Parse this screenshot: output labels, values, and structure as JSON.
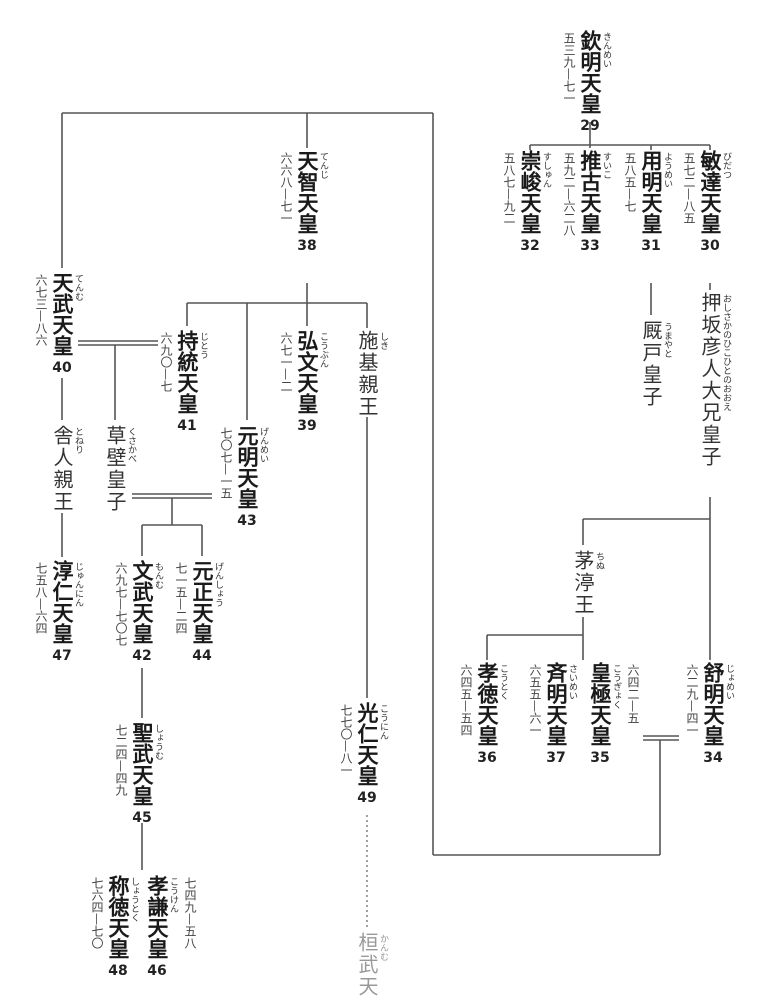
{
  "nodes": [
    {
      "id": "kinmei",
      "name": "欽明天皇",
      "ruby": "きんめい",
      "dates": "五三九—七一",
      "number": "29"
    },
    {
      "id": "sushun",
      "name": "崇峻天皇",
      "ruby": "すしゅん",
      "dates": "五八七—九二",
      "number": "32"
    },
    {
      "id": "suiko",
      "name": "推古天皇",
      "ruby": "すいこ",
      "dates": "五九二—六二八",
      "number": "33"
    },
    {
      "id": "yomei",
      "name": "用明天皇",
      "ruby": "ようめい",
      "dates": "五八五—七",
      "number": "31"
    },
    {
      "id": "bidatsu",
      "name": "敏達天皇",
      "ruby": "びだつ",
      "dates": "五七二—八五",
      "number": "30"
    },
    {
      "id": "umayado",
      "name": "厩戸皇子",
      "ruby": "うまやと"
    },
    {
      "id": "oshisaka",
      "name": "押坂彦人大兄皇子",
      "ruby": "おしさかのひこひとのおおえ"
    },
    {
      "id": "chinu",
      "name": "茅渟王",
      "ruby": "ちぬ"
    },
    {
      "id": "kotoku",
      "name": "孝徳天皇",
      "ruby": "こうとく",
      "dates": "六四五—五四",
      "number": "36"
    },
    {
      "id": "saimei",
      "name": "斉明天皇",
      "ruby": "さいめい",
      "dates": "六五五—六一",
      "number": "37"
    },
    {
      "id": "kogyoku",
      "name": "皇極天皇",
      "ruby": "こうぎょく",
      "dates": "六四二—五",
      "number": "35"
    },
    {
      "id": "jomei",
      "name": "舒明天皇",
      "ruby": "じょめい",
      "dates": "六二九—四一",
      "number": "34"
    },
    {
      "id": "tenji",
      "name": "天智天皇",
      "ruby": "てんじ",
      "dates": "六六八—七一",
      "number": "38"
    },
    {
      "id": "tenmu",
      "name": "天武天皇",
      "ruby": "てんむ",
      "dates": "六七三—八六",
      "number": "40"
    },
    {
      "id": "jito",
      "name": "持統天皇",
      "ruby": "じとう",
      "dates": "六九〇—七",
      "number": "41"
    },
    {
      "id": "kobun",
      "name": "弘文天皇",
      "ruby": "こうぶん",
      "dates": "六七一—二",
      "number": "39"
    },
    {
      "id": "shiki",
      "name": "施基親王",
      "ruby": "しき"
    },
    {
      "id": "genmei",
      "name": "元明天皇",
      "ruby": "げんめい",
      "dates": "七〇七—一五",
      "number": "43"
    },
    {
      "id": "kusakabe",
      "name": "草壁皇子",
      "ruby": "くさかべ"
    },
    {
      "id": "toneri",
      "name": "舎人親王",
      "ruby": "とねり"
    },
    {
      "id": "junnin",
      "name": "淳仁天皇",
      "ruby": "じゅんにん",
      "dates": "七五八—六四",
      "number": "47"
    },
    {
      "id": "monmu",
      "name": "文武天皇",
      "ruby": "もんむ",
      "dates": "六九七—七〇七",
      "number": "42"
    },
    {
      "id": "gensho",
      "name": "元正天皇",
      "ruby": "げんしょう",
      "dates": "七一五—二四",
      "number": "44"
    },
    {
      "id": "shomu",
      "name": "聖武天皇",
      "ruby": "しょうむ",
      "dates": "七二四—四九",
      "number": "45"
    },
    {
      "id": "koken",
      "name": "孝謙天皇",
      "ruby": "こうけん",
      "dates": "七四九—五八",
      "number": "46"
    },
    {
      "id": "shotoku",
      "name": "称徳天皇",
      "ruby": "しょうとく",
      "dates": "七六四—七〇",
      "number": "48"
    },
    {
      "id": "konin",
      "name": "光仁天皇",
      "ruby": "こうにん",
      "dates": "七七〇—八一",
      "number": "49"
    },
    {
      "id": "kanmu",
      "name": "桓武天",
      "ruby": "かんむ"
    }
  ],
  "colors": {
    "line": "#555555",
    "text": "#222222",
    "faded": "#999999"
  }
}
